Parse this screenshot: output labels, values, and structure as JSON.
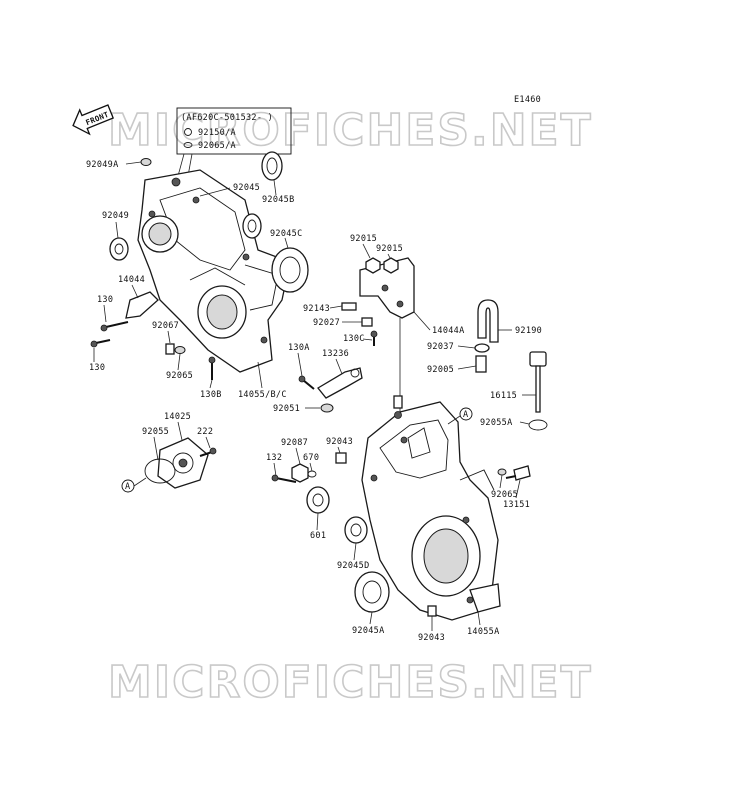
{
  "diagram": {
    "code": "E1460",
    "front_label": "FRONT",
    "watermark": "MICROFICHES.NET",
    "serial_box": "(AF620C-501532-   )",
    "labels": {
      "p92150A": "92150/A",
      "p92065A_top": "92065/A",
      "p92049A": "92049A",
      "p92045_top": "92045",
      "p92045B": "92045B",
      "p92049": "92049",
      "p92045C": "92045C",
      "p14044": "14044",
      "p130_a": "130",
      "p130_b": "130",
      "p92067": "92067",
      "p92065_left": "92065",
      "p130B": "130B",
      "p14055BC": "14055/B/C",
      "p92015_a": "92015",
      "p92015_b": "92015",
      "p92143": "92143",
      "p92027": "92027",
      "p14044A": "14044A",
      "p92190": "92190",
      "p130C": "130C",
      "p92037": "92037",
      "p130A": "130A",
      "p13236": "13236",
      "p92005": "92005",
      "p16115": "16115",
      "p92051": "92051",
      "p92055A": "92055A",
      "p14025": "14025",
      "p92055": "92055",
      "p222": "222",
      "p92087": "92087",
      "p92043_top": "92043",
      "p132": "132",
      "p670": "670",
      "p92065_right": "92065",
      "p13151": "13151",
      "p601": "601",
      "p92045D": "92045D",
      "p92045A": "92045A",
      "p92043_bot": "92043",
      "p14055A": "14055A",
      "ref_A": "A"
    }
  }
}
